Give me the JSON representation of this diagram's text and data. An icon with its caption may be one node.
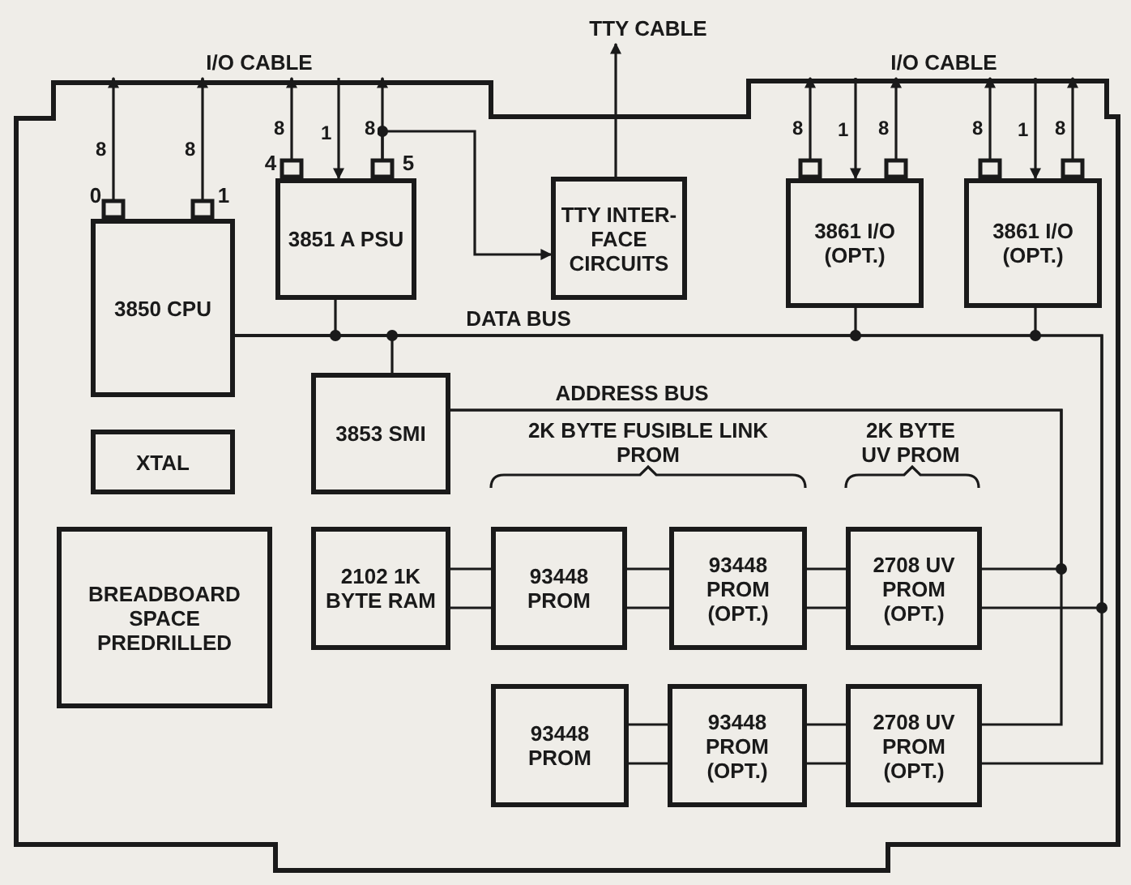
{
  "diagram": {
    "nodes": [
      {
        "text": [],
        "shape": "box"
      },
      {
        "text": [
          "3850 CPU"
        ],
        "in": 0
      },
      {
        "text": [
          "3851 A PSU"
        ],
        "in": 0
      },
      {
        "text": [
          "TTY INTER-FACE CIRCUITS"
        ],
        "in": 0
      },
      {
        "text": [
          "3861 I/O (OPT.)"
        ],
        "in": 0
      },
      {
        "text": [
          "3861 I/O (OPT.)"
        ],
        "in": 0
      },
      {
        "text": [
          "3853 SMI"
        ],
        "in": 0
      },
      {
        "text": [
          "XTAL"
        ],
        "in": 0
      },
      {
        "text": [
          "BREADBOARD SPACE PREDRILLED"
        ],
        "in": 0
      },
      {
        "text": [
          "2102 1K BYTE RAM"
        ],
        "in": 0
      },
      {
        "text": [
          "93448 PROM"
        ],
        "in": 0
      },
      {
        "text": [
          "93448 PROM (OPT.)"
        ],
        "in": 0
      },
      {
        "text": [
          "2708 UV PROM (OPT.)"
        ],
        "in": 0
      },
      {
        "text": [
          "93448 PROM"
        ],
        "in": 0
      },
      {
        "text": [
          "93448 PROM (OPT.)"
        ],
        "in": 0
      },
      {
        "text": [
          "2708 UV PROM (OPT.)"
        ],
        "in": 0
      },
      {
        "text": [
          "TTY CABLE"
        ]
      },
      {
        "text": [
          "I/O CABLE"
        ]
      },
      {
        "text": [
          "I/O CABLE"
        ]
      }
    ],
    "edges": [
      {
        "from": 1,
        "to": 17,
        "arrow": "to",
        "label": "8"
      },
      {
        "from": 1,
        "to": 17,
        "arrow": "to",
        "label": "8"
      },
      {
        "from": 2,
        "to": 17,
        "arrow": "to",
        "label": "8"
      },
      {
        "from": 17,
        "to": 2,
        "arrow": "to",
        "label": "1"
      },
      {
        "from": 2,
        "to": 17,
        "arrow": "to",
        "label": "8"
      },
      {
        "from": 2,
        "to": 3,
        "arrow": "to"
      },
      {
        "from": 3,
        "to": 16,
        "arrow": "to"
      },
      {
        "from": 4,
        "to": 18,
        "arrow": "to",
        "label": "8"
      },
      {
        "from": 18,
        "to": 4,
        "arrow": "to",
        "label": "1"
      },
      {
        "from": 4,
        "to": 18,
        "arrow": "to",
        "label": "8"
      },
      {
        "from": 5,
        "to": 18,
        "arrow": "to",
        "label": "8"
      },
      {
        "from": 18,
        "to": 5,
        "arrow": "to",
        "label": "1"
      },
      {
        "from": 5,
        "to": 18,
        "arrow": "to",
        "label": "8"
      },
      {
        "from": 1,
        "to": 2,
        "arrow": "none"
      },
      {
        "from": 1,
        "to": 6,
        "arrow": "none"
      },
      {
        "from": 1,
        "to": 4,
        "arrow": "none"
      },
      {
        "from": 1,
        "to": 5,
        "arrow": "none"
      },
      {
        "from": 1,
        "to": 12,
        "arrow": "none"
      },
      {
        "from": 1,
        "to": 15,
        "arrow": "none"
      },
      {
        "from": 6,
        "to": 12,
        "arrow": "none"
      },
      {
        "from": 6,
        "to": 15,
        "arrow": "none"
      },
      {
        "from": 9,
        "to": 10,
        "arrow": "none"
      },
      {
        "from": 9,
        "to": 10,
        "arrow": "none"
      },
      {
        "from": 10,
        "to": 11,
        "arrow": "none"
      },
      {
        "from": 10,
        "to": 11,
        "arrow": "none"
      },
      {
        "from": 11,
        "to": 12,
        "arrow": "none"
      },
      {
        "from": 11,
        "to": 12,
        "arrow": "none"
      },
      {
        "from": 13,
        "to": 14,
        "arrow": "none"
      },
      {
        "from": 13,
        "to": 14,
        "arrow": "none"
      },
      {
        "from": 14,
        "to": 15,
        "arrow": "none"
      },
      {
        "from": 14,
        "to": 15,
        "arrow": "none"
      }
    ],
    "labels": [
      "0",
      "1",
      "4",
      "5",
      "DATA BUS",
      "ADDRESS BUS",
      "2K BYTE FUSIBLE LINK PROM",
      "2K BYTE UV PROM"
    ]
  }
}
